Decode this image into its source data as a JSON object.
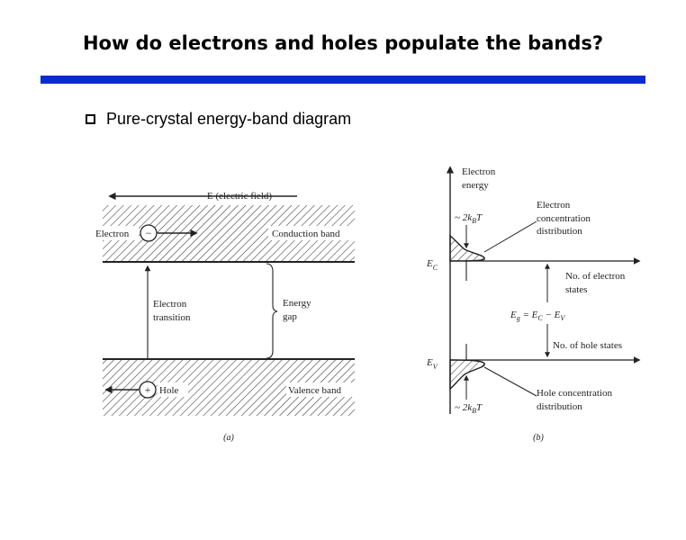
{
  "slide": {
    "title": "How do electrons and holes populate the bands?",
    "bullet": "Pure-crystal energy-band diagram"
  },
  "colors": {
    "accent_bar": "#0a2ad6"
  },
  "diagram_a": {
    "field_label": "E (electric field)",
    "electron_label": "Electron",
    "conduction_band_label": "Conduction band",
    "transition_label_1": "Electron",
    "transition_label_2": "transition",
    "gap_label_1": "Energy",
    "gap_label_2": "gap",
    "hole_label": "Hole",
    "valence_band_label": "Valence band",
    "electron_symbol": "−",
    "hole_symbol": "+",
    "caption": "(a)"
  },
  "diagram_b": {
    "axis_label_1": "Electron",
    "axis_label_2": "energy",
    "kt_top": "~ 2k",
    "kt_top_sub": "B",
    "kt_top_t": "T",
    "electron_dist_1": "Electron",
    "electron_dist_2": "concentration",
    "electron_dist_3": "distribution",
    "ec_label": "E",
    "ec_sub": "C",
    "electron_states_1": "No. of electron",
    "electron_states_2": "states",
    "gap_eq_e": "E",
    "gap_eq_g": "g",
    "gap_eq_mid": " = E",
    "gap_eq_c": "C",
    "gap_eq_minus": " − E",
    "gap_eq_v": "V",
    "hole_states": "No. of hole states",
    "ev_label": "E",
    "ev_sub": "V",
    "hole_dist_1": "Hole concentration",
    "hole_dist_2": "distribution",
    "kt_bottom": "~ 2k",
    "kt_bottom_sub": "B",
    "kt_bottom_t": "T",
    "caption": "(b)"
  }
}
